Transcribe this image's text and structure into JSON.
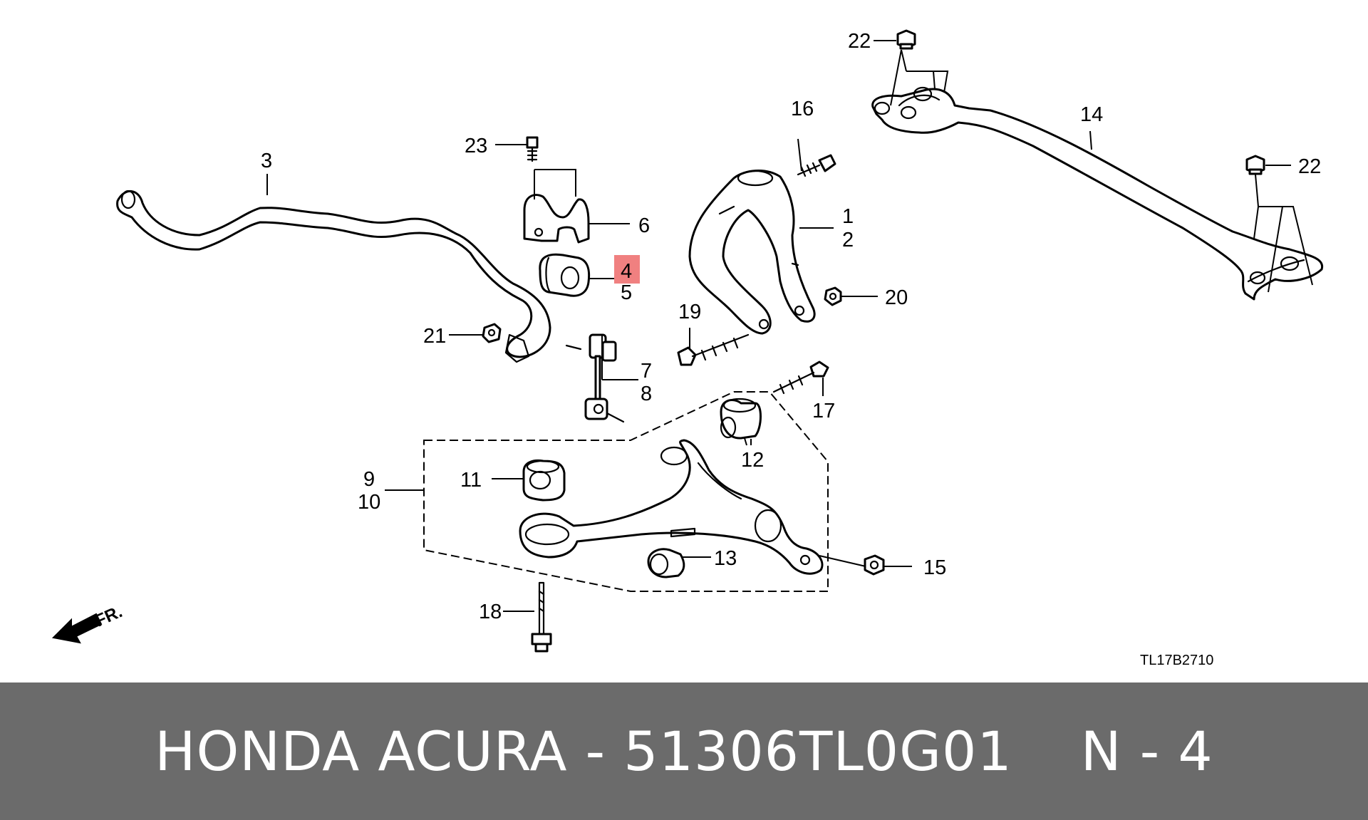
{
  "diagram": {
    "code": "TL17B2710",
    "front_marker": "FR.",
    "highlight_color": "#f08080",
    "callouts": {
      "c1": "1",
      "c2": "2",
      "c3": "3",
      "c4": "4",
      "c5": "5",
      "c6": "6",
      "c7": "7",
      "c8": "8",
      "c9": "9",
      "c10": "10",
      "c11": "11",
      "c12": "12",
      "c13": "13",
      "c14": "14",
      "c15": "15",
      "c16": "16",
      "c17": "17",
      "c18": "18",
      "c19": "19",
      "c20": "20",
      "c21": "21",
      "c22a": "22",
      "c22b": "22",
      "c23": "23"
    }
  },
  "footer": {
    "title": "HONDA ACURA - 51306TL0G01",
    "position": "N - 4"
  }
}
